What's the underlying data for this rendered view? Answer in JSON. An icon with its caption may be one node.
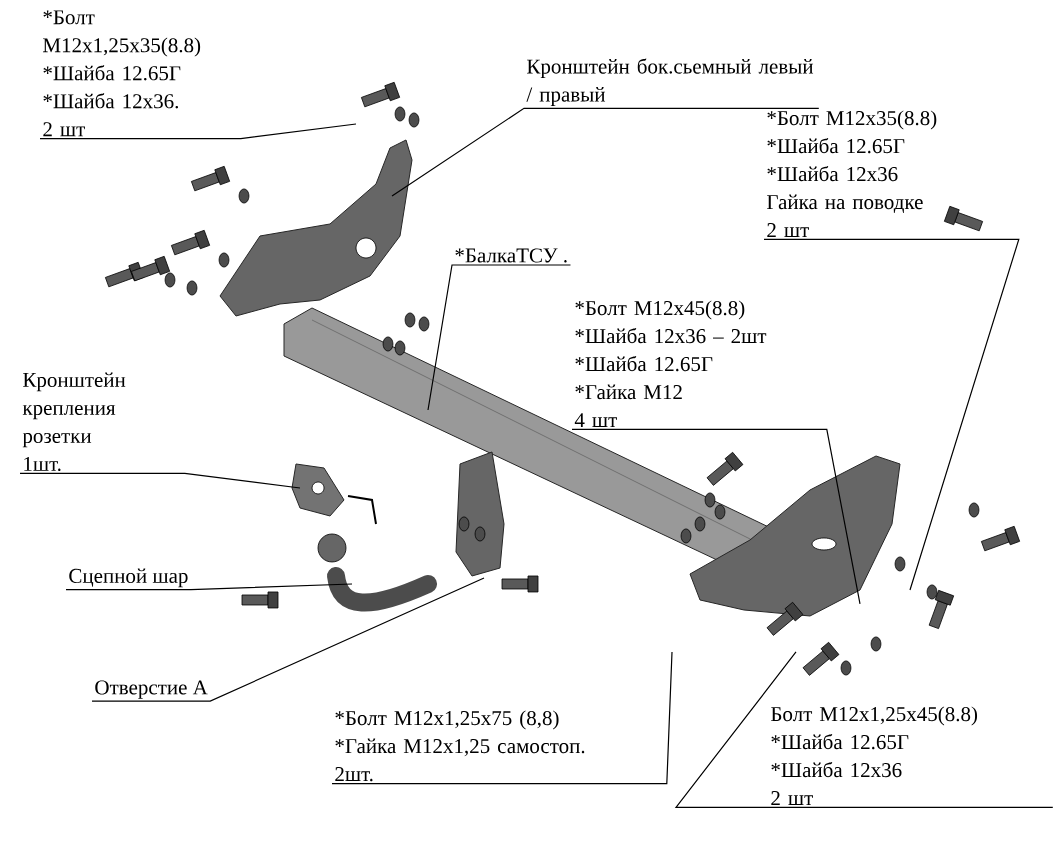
{
  "diagram": {
    "nodes": [
      {
        "text": [
          "*Болт М12x1,25x35(8.8)",
          "*Шайба 12.65Г",
          "*Шайба 12x36.",
          "2 шт"
        ]
      },
      {
        "text": [
          "Кронштейн  бок.сьемный левый / правый"
        ]
      },
      {
        "text": [
          "*Болт М12x35(8.8)",
          "*Шайба 12.65Г",
          "*Шайба 12x36",
          "Гайка на поводке",
          "2 шт"
        ]
      },
      {
        "text": [
          "*БалкаТСУ ."
        ]
      },
      {
        "text": [
          "*Болт М12x45(8.8)",
          "*Шайба 12x36 – 2шт",
          "*Шайба 12.65Г",
          "*Гайка М12",
          "4 шт"
        ]
      },
      {
        "text": [
          "Кронштейн крепления розетки",
          "1шт."
        ]
      },
      {
        "text": [
          "Сцепной шар"
        ]
      },
      {
        "text": [
          "Отверстие А"
        ]
      },
      {
        "text": [
          "*Болт М12x1,25x75 (8,8)",
          "*Гайка М12x1,25 самостоп.",
          "2шт."
        ]
      },
      {
        "text": [
          "Болт М12x1,25x45(8.8)",
          "*Шайба 12.65Г",
          "*Шайба 12x36",
          "2 шт"
        ]
      }
    ],
    "edges": [
      {
        "from": 0,
        "to": null,
        "arrow": "none"
      },
      {
        "from": 1,
        "to": null,
        "arrow": "none"
      },
      {
        "from": 2,
        "to": null,
        "arrow": "none"
      },
      {
        "from": 3,
        "to": null,
        "arrow": "none"
      },
      {
        "from": 4,
        "to": null,
        "arrow": "none"
      },
      {
        "from": 5,
        "to": null,
        "arrow": "none"
      },
      {
        "from": 6,
        "to": null,
        "arrow": "none"
      },
      {
        "from": 7,
        "to": null,
        "arrow": "none"
      },
      {
        "from": 8,
        "to": null,
        "arrow": "none"
      },
      {
        "from": 9,
        "to": null,
        "arrow": "none"
      }
    ]
  }
}
